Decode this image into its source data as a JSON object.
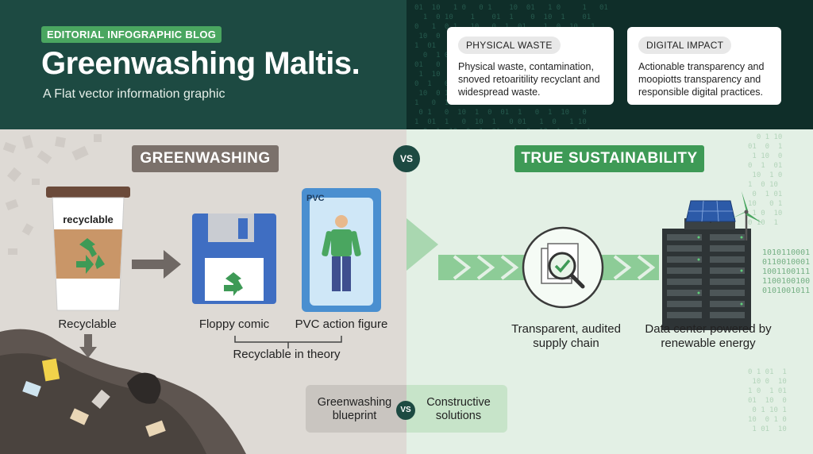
{
  "header": {
    "tag": "EDITORIAL INFOGRAPHIC BLOG",
    "title": "Greenwashing Maltis.",
    "subtitle": "A Flat vector information graphic"
  },
  "cards": [
    {
      "title": "PHYSICAL WASTE",
      "body": "Physical waste, contamination, snoved retoaritility recyclant and widespread waste."
    },
    {
      "title": "DIGITAL IMPACT",
      "body": "Actionable transparency and moopiotts transparency and responsible digital practices."
    }
  ],
  "sections": {
    "left_label": "GREENWASHING",
    "right_label": "TRUE SUSTAINABILITY",
    "vs": "VS"
  },
  "left": {
    "cup_label": "recyclable",
    "cup_caption": "Recyclable",
    "floppy_caption": "Floppy comic",
    "pvc_tag": "PVC",
    "pvc_caption": "PVC action figure",
    "bracket_caption": "Recyclable in theory"
  },
  "right": {
    "supply_caption": "Transparent, audited supply chain",
    "datacenter_caption": "Data center powered by renewable energy"
  },
  "bottom": {
    "left_text": "Greenwashing blueprint",
    "vs": "VS",
    "right_text": "Constructive solutions"
  },
  "colors": {
    "header_dark": "#1d4a42",
    "accent_green": "#4aa660",
    "greenwash_gray": "#7b716b",
    "sustain_green": "#3e9a56"
  }
}
